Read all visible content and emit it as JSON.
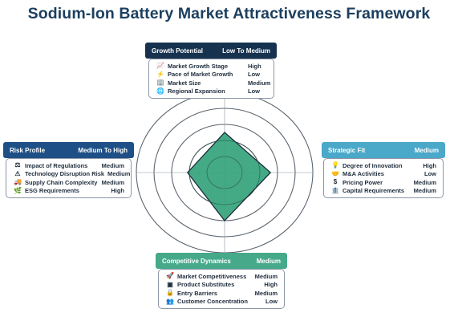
{
  "title": "Sodium-Ion Battery Market Attractiveness Framework",
  "colors": {
    "title": "#1c3f60",
    "growth_header": "#16324f",
    "risk_header": "#1e4f86",
    "fit_header": "#4aa8c9",
    "competitive_header": "#46a98a",
    "radar_fill": "#3aa57e",
    "radar_stroke": "#1f2d3d"
  },
  "radar": {
    "rings": 5,
    "axes": [
      "Growth Potential",
      "Strategic Fit",
      "Competitive Dynamics",
      "Risk Profile"
    ],
    "values": [
      0.5,
      0.52,
      0.6,
      0.42
    ]
  },
  "growth": {
    "header": "Growth Potential",
    "rating": "Low To Medium",
    "items": [
      {
        "icon": "trend-chart-icon",
        "glyph": "📈",
        "label": "Market Growth Stage",
        "value": "High"
      },
      {
        "icon": "lightning-icon",
        "glyph": "⚡",
        "label": "Pace of Market Growth",
        "value": "Low"
      },
      {
        "icon": "building-icon",
        "glyph": "🏢",
        "label": "Market Size",
        "value": "Medium"
      },
      {
        "icon": "globe-icon",
        "glyph": "🌐",
        "label": "Regional Expansion",
        "value": "Low"
      }
    ]
  },
  "risk": {
    "header": "Risk Profile",
    "rating": "Medium To High",
    "items": [
      {
        "icon": "gavel-icon",
        "glyph": "⚖",
        "label": "Impact of Regulations",
        "value": "Medium"
      },
      {
        "icon": "warning-icon",
        "glyph": "⚠",
        "label": "Technology Disruption Risk",
        "value": "Medium"
      },
      {
        "icon": "truck-icon",
        "glyph": "🚚",
        "label": "Supply Chain Complexity",
        "value": "Medium"
      },
      {
        "icon": "leaf-icon",
        "glyph": "🌿",
        "label": "ESG Requirements",
        "value": "High"
      }
    ]
  },
  "fit": {
    "header": "Strategic Fit",
    "rating": "Medium",
    "items": [
      {
        "icon": "lightbulb-icon",
        "glyph": "💡",
        "label": "Degree of Innovation",
        "value": "High"
      },
      {
        "icon": "handshake-icon",
        "glyph": "🤝",
        "label": "M&A Activities",
        "value": "Low"
      },
      {
        "icon": "dollar-icon",
        "glyph": "$",
        "label": "Pricing Power",
        "value": "Medium"
      },
      {
        "icon": "capital-icon",
        "glyph": "🏦",
        "label": "Capital Requirements",
        "value": "Medium"
      }
    ]
  },
  "competitive": {
    "header": "Competitive Dynamics",
    "rating": "Medium",
    "items": [
      {
        "icon": "rocket-icon",
        "glyph": "🚀",
        "label": "Market Competitiveness",
        "value": "Medium"
      },
      {
        "icon": "product-icon",
        "glyph": "▣",
        "label": "Product Substitutes",
        "value": "High"
      },
      {
        "icon": "lock-icon",
        "glyph": "🔒",
        "label": "Entry Barriers",
        "value": "Medium"
      },
      {
        "icon": "customers-icon",
        "glyph": "👥",
        "label": "Customer Concentration",
        "value": "Low"
      }
    ]
  }
}
